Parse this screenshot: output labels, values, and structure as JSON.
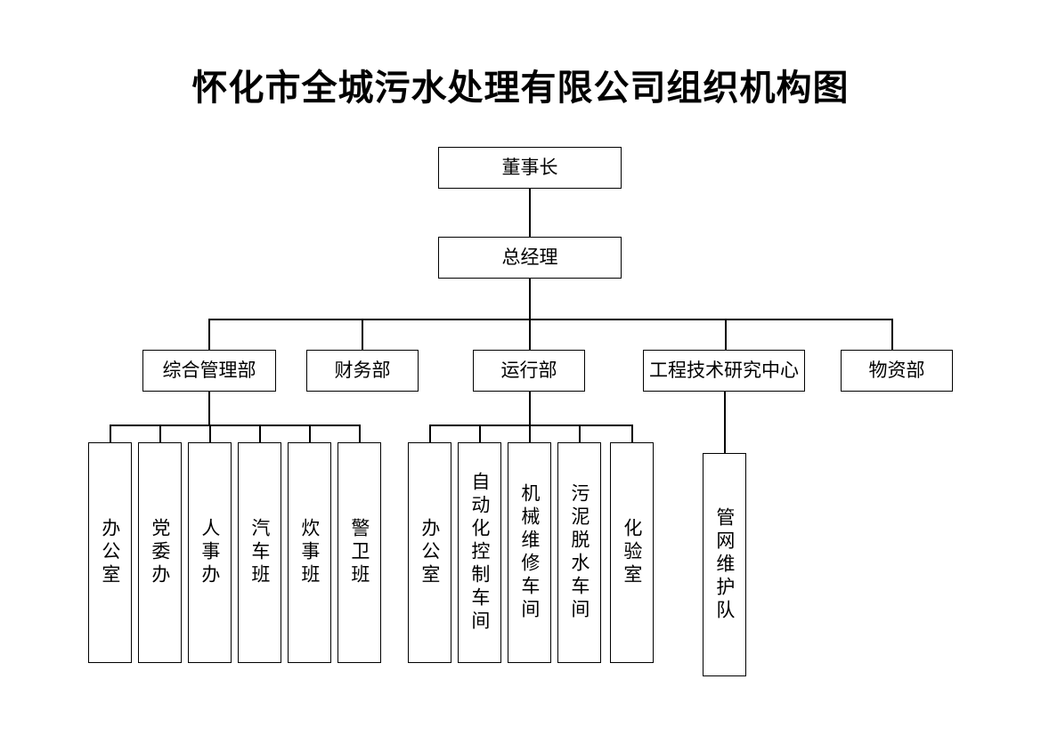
{
  "document": {
    "title": "怀化市全城污水处理有限公司组织机构图",
    "type": "organization-chart",
    "background_color": "#ffffff",
    "line_color": "#000000",
    "text_color": "#000000"
  },
  "org": {
    "chairman": {
      "label": "董事长"
    },
    "general_manager": {
      "label": "总经理"
    },
    "departments": [
      {
        "label": "综合管理部"
      },
      {
        "label": "财务部"
      },
      {
        "label": "运行部"
      },
      {
        "label": "工程技术研究中心"
      },
      {
        "label": "物资部"
      }
    ],
    "admin_units": [
      {
        "label": "办公室"
      },
      {
        "label": "党委办"
      },
      {
        "label": "人事办"
      },
      {
        "label": "汽车班"
      },
      {
        "label": "炊事班"
      },
      {
        "label": "警卫班"
      }
    ],
    "operations_units": [
      {
        "label": "办公室"
      },
      {
        "label": "自动化控制车间"
      },
      {
        "label": "机械维修车间"
      },
      {
        "label": "污泥脱水车间"
      },
      {
        "label": "化验室"
      }
    ],
    "engineering_units": [
      {
        "label": "管网维护队"
      }
    ]
  }
}
